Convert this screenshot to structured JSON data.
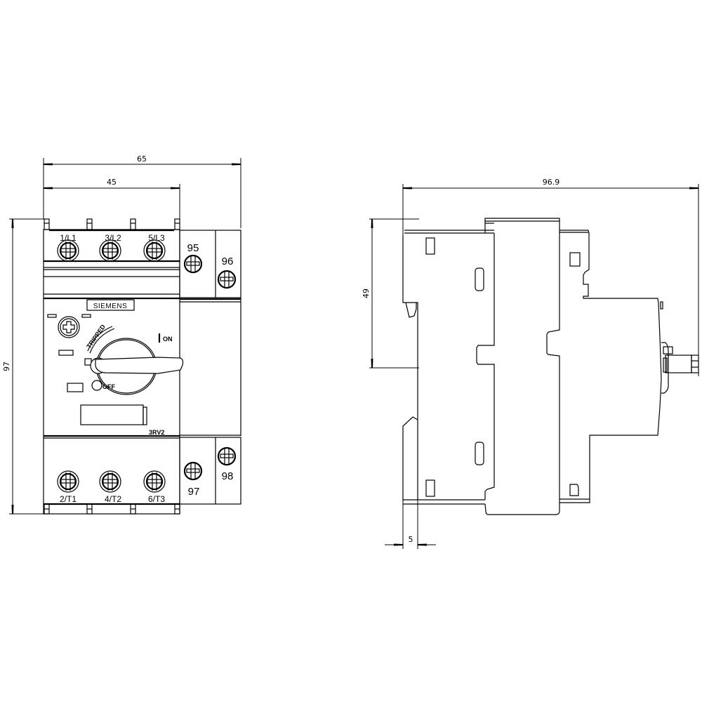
{
  "drawing": {
    "type": "technical-dimension-drawing",
    "subject": "Siemens 3RV2 motor protection circuit breaker with auxiliary contact block"
  },
  "front_view": {
    "dimensions": {
      "overall_width": "65",
      "breaker_width": "45",
      "height": "97"
    },
    "brand_label": "SIEMENS",
    "model_label": "3RV2",
    "line_terminals": [
      "1/L1",
      "3/L2",
      "5/L3"
    ],
    "load_terminals": [
      "2/T1",
      "4/T2",
      "6/T3"
    ],
    "aux_terminals_top": [
      "95",
      "96"
    ],
    "aux_terminals_bottom": [
      "97",
      "98"
    ],
    "switch": {
      "on_label": "ON",
      "on_mark": "|",
      "off_label": "OFF",
      "tripped_label": "TRIPPED"
    }
  },
  "side_view": {
    "dimensions": {
      "depth": "96.9",
      "rail_height": "49",
      "rail_offset": "5"
    }
  }
}
